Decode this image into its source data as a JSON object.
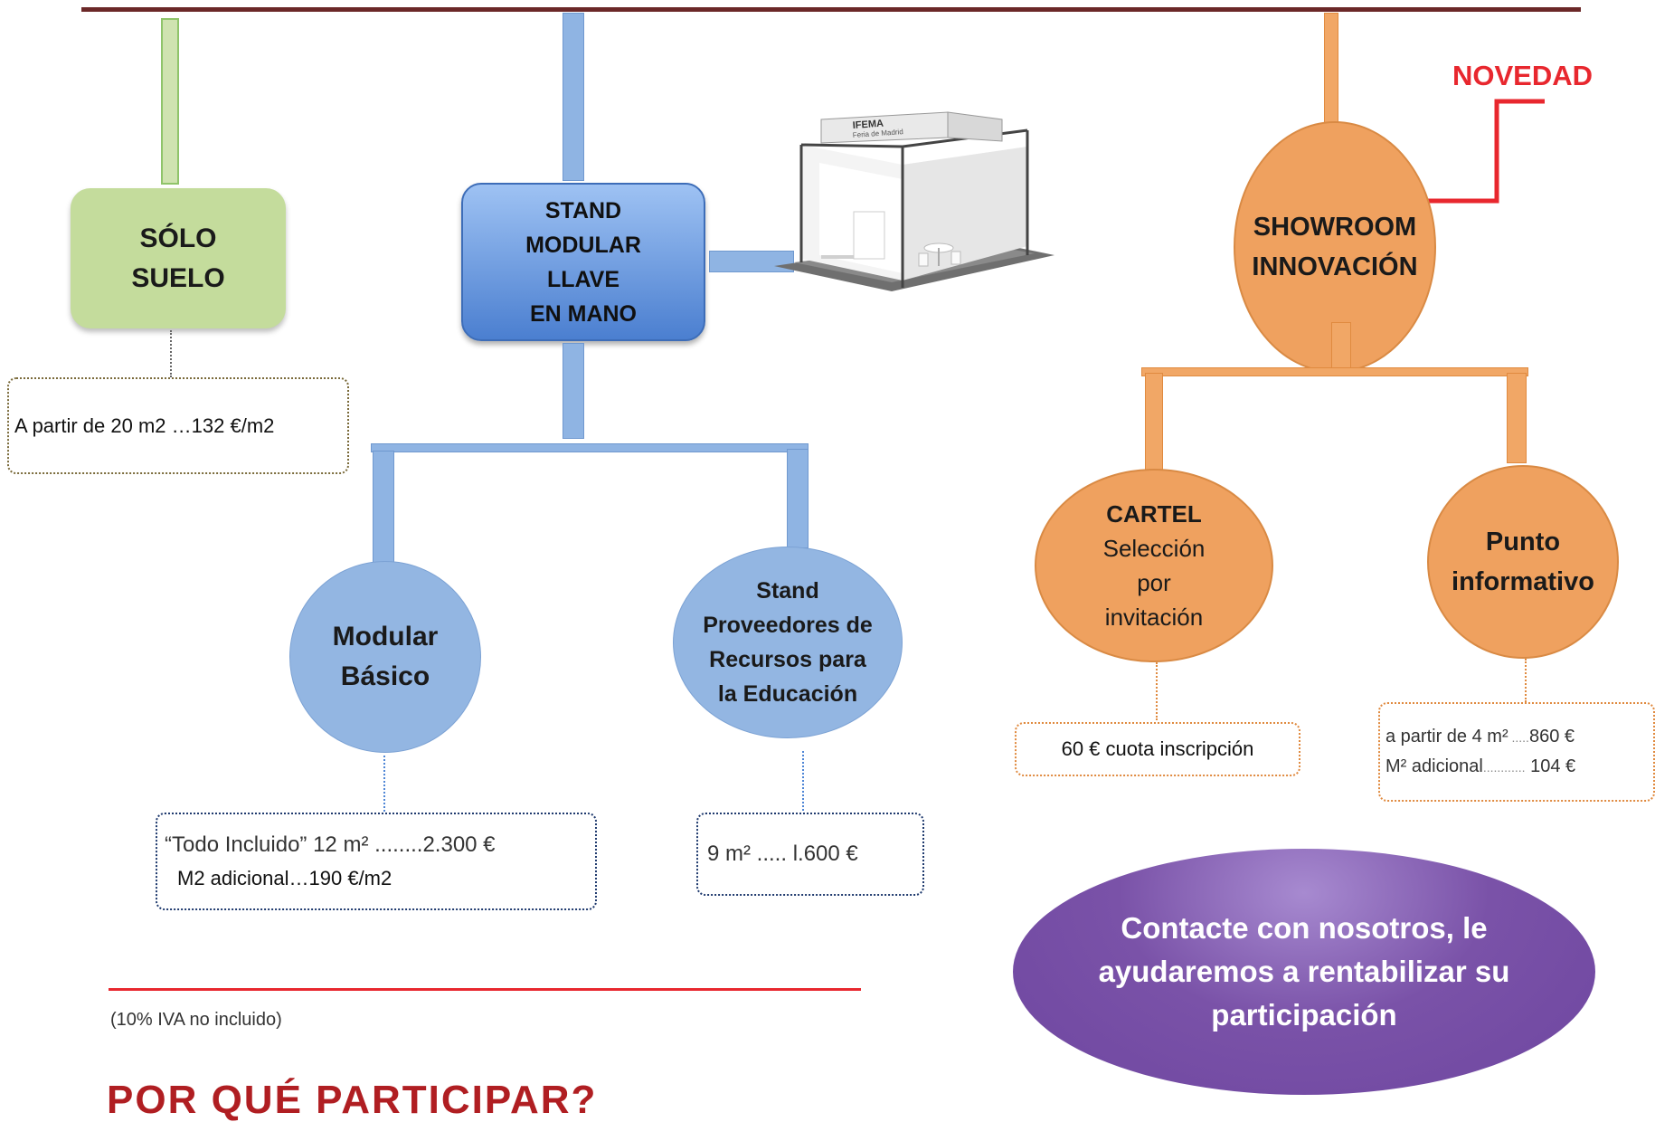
{
  "nodes": {
    "solo_suelo": [
      "SÓLO",
      "SUELO"
    ],
    "stand_modular": [
      "STAND",
      "MODULAR",
      "LLAVE",
      "EN MANO"
    ],
    "modular_basico": [
      "Modular",
      "Básico"
    ],
    "stand_proveedores": [
      "Stand",
      "Proveedores de",
      "Recursos para",
      "la Educación"
    ],
    "showroom": [
      "SHOWROOM",
      "INNOVACIÓN"
    ],
    "cartel": {
      "title": "CARTEL",
      "lines": [
        "Selección",
        "por",
        "invitación"
      ]
    },
    "punto": [
      "Punto",
      "informativo"
    ]
  },
  "badge_novedad": "NOVEDAD",
  "stand_image": {
    "sign_brand": "IFEMA",
    "sign_sub": "Feria de Madrid"
  },
  "prices": {
    "solo_suelo": "A partir de 20 m2 …132 €/m2",
    "modular_basico": {
      "line1_label": "“Todo Incluido” 12 m²",
      "line1_dots": " ........",
      "line1_value": "2.300 €",
      "line2": "M2 adicional…190 €/m2"
    },
    "stand_proveedores": {
      "label": "9 m²",
      "dots": " .....",
      "value": "l.600 €"
    },
    "cartel": "60 € cuota inscripción",
    "punto": {
      "line1_label": "a partir de 4 m²",
      "line1_dots": " .....",
      "line1_value": "860 €",
      "line2_label": "M² adicional",
      "line2_dots": "............",
      "line2_value": "104 €"
    }
  },
  "contact_text": "Contacte con nosotros, le ayudaremos a rentabilizar su participación",
  "footnote": "(10% IVA no incluido)",
  "bottom_heading": "POR QUÉ PARTICIPAR?",
  "colors": {
    "top_line": "#6b2828",
    "red_accent": "#e8272e",
    "contact_fill": "#7a52a8",
    "green": "#c4dc9c",
    "blue": "#8fb4e3",
    "orange": "#efa15f"
  }
}
